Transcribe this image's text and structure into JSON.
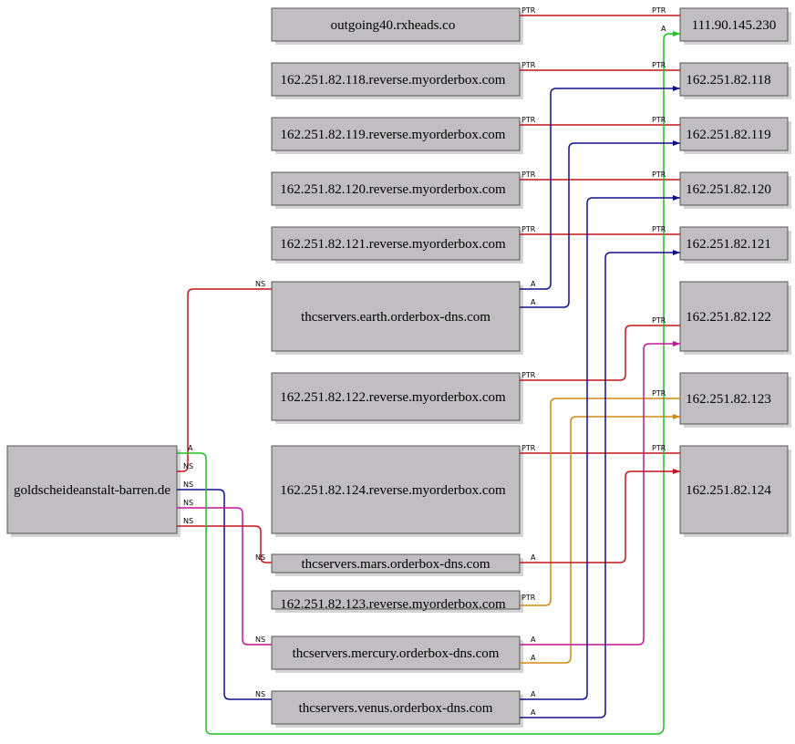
{
  "colors": {
    "red": "#c0141c",
    "blue": "#10108c",
    "green": "#20c020",
    "magenta": "#c0169c",
    "orange": "#d08810"
  },
  "nodes": {
    "root": "goldscheideanstalt-barren.de",
    "ns_earth": "thcservers.earth.orderbox-dns.com",
    "ns_mars": "thcservers.mars.orderbox-dns.com",
    "ns_mercury": "thcservers.mercury.orderbox-dns.com",
    "ns_venus": "thcservers.venus.orderbox-dns.com",
    "rev_outgoing": "outgoing40.rxheads.co",
    "rev_118": "162.251.82.118.reverse.myorderbox.com",
    "rev_119": "162.251.82.119.reverse.myorderbox.com",
    "rev_120": "162.251.82.120.reverse.myorderbox.com",
    "rev_121": "162.251.82.121.reverse.myorderbox.com",
    "rev_122": "162.251.82.122.reverse.myorderbox.com",
    "rev_124": "162.251.82.124.reverse.myorderbox.com",
    "rev_123": "162.251.82.123.reverse.myorderbox.com",
    "ip_111": "111.90.145.230",
    "ip_118": "162.251.82.118",
    "ip_119": "162.251.82.119",
    "ip_120": "162.251.82.120",
    "ip_121": "162.251.82.121",
    "ip_122": "162.251.82.122",
    "ip_123": "162.251.82.123",
    "ip_124": "162.251.82.124"
  },
  "edge_labels": {
    "ptr": "PTR",
    "a": "A",
    "ns": "NS"
  }
}
